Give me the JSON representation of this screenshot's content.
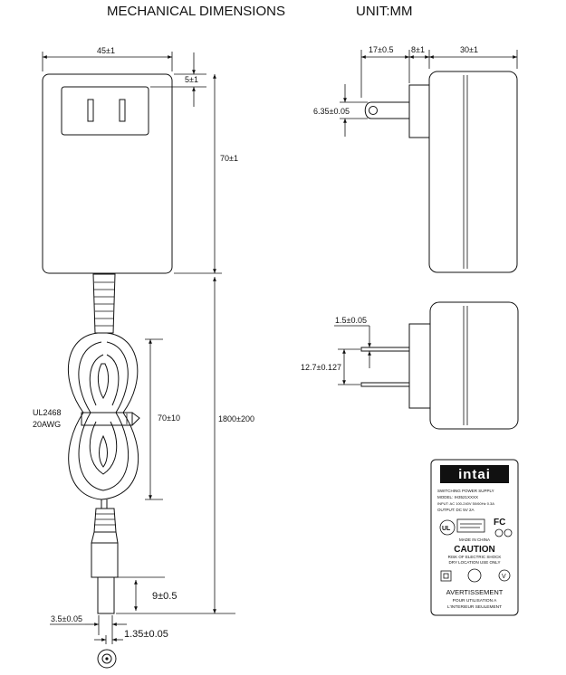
{
  "header": {
    "title": "MECHANICAL DIMENSIONS",
    "unit": "UNIT:MM"
  },
  "dimensions": {
    "body_width": "45±1",
    "body_top_offset": "5±1",
    "body_height": "70±1",
    "cable_length": "1800±200",
    "coil_length": "70±10",
    "plug_length": "9±0.5",
    "pin_outer": "3.5±0.05",
    "pin_inner": "1.35±0.05",
    "side_prong_length": "17±0.5",
    "side_gap": "8±1",
    "side_depth": "30±1",
    "prong_height": "6.35±0.05",
    "prong_thickness": "1.5±0.05",
    "prong_spacing": "12.7±0.127"
  },
  "cable": {
    "type": "UL2468",
    "gauge": "20AWG"
  },
  "label": {
    "logo": "intai",
    "product": "SWITCHING POWER SUPPLY",
    "model": "MODEL: IH3521XXXX",
    "input": "INPUT: AC 100-240V 50/60Hz 0.3A",
    "output": "OUTPUT: DC 5V 2A",
    "made_in": "MADE IN CHINA",
    "caution": "CAUTION",
    "warning1": "RISK OF ELECTRIC SHOCK",
    "warning2": "DRY LOCATION USE ONLY",
    "avert": "AVERTISSEMENT",
    "avert1": "POUR UTILISATION A",
    "avert2": "L'INTERIEUR SEULEMENT"
  }
}
